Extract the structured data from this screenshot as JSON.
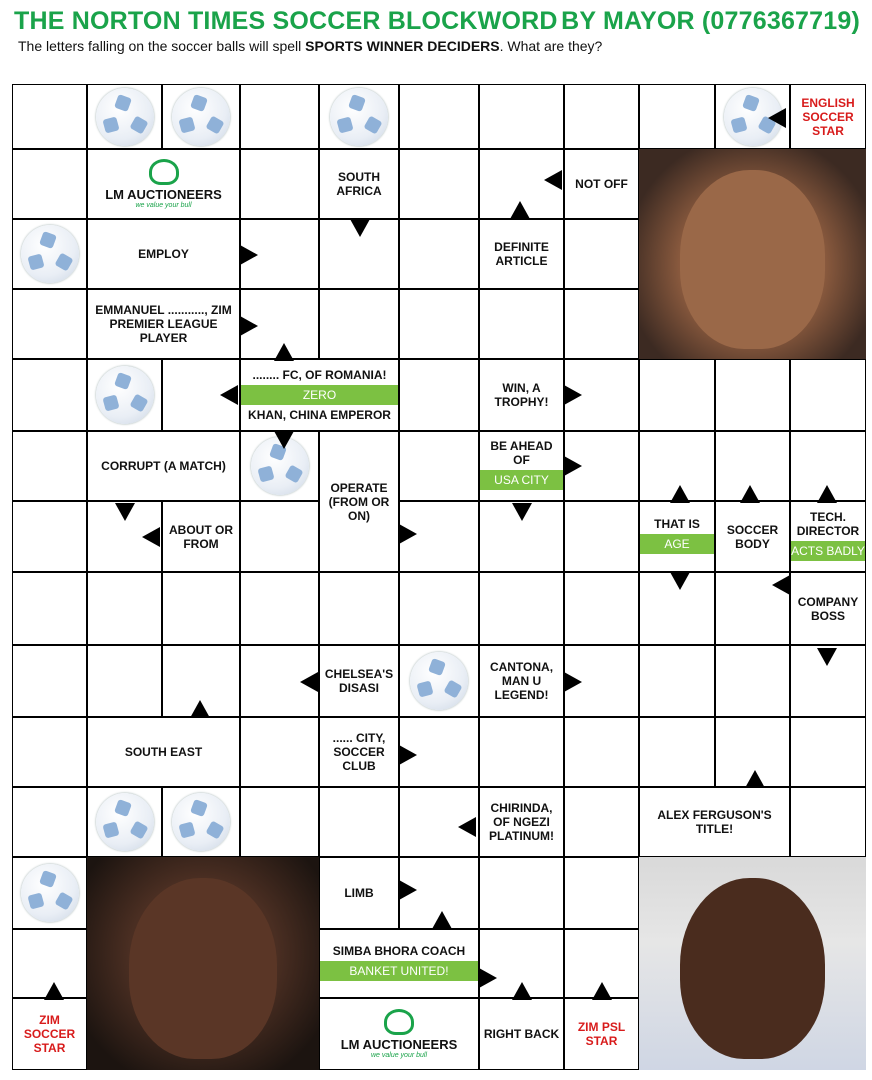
{
  "header": {
    "title": "THE NORTON TIMES SOCCER BLOCKWORD",
    "author": "BY MAYOR (0776367719)",
    "instructions_before": "The letters falling on the soccer balls will spell ",
    "instructions_bold": "SPORTS WINNER DECIDERS",
    "instructions_after": ". What are they?"
  },
  "logo": {
    "name": "LM AUCTIONEERS",
    "tagline": "we value your bull"
  },
  "clues": {
    "english_star": "ENGLISH SOCCER STAR",
    "south_africa": "SOUTH AFRICA",
    "not_off": "NOT OFF",
    "employ": "EMPLOY",
    "definite_article": "DEFINITE ARTICLE",
    "emmanuel": "EMMANUEL ..........., ZIM PREMIER LEAGUE PLAYER",
    "fc_romania": "........ FC, OF ROMANIA!",
    "zero": "ZERO",
    "khan": "KHAN, CHINA EMPEROR",
    "win_trophy": "WIN, A TROPHY!",
    "corrupt": "CORRUPT (A MATCH)",
    "be_ahead": "BE AHEAD OF",
    "usa_city": "USA CITY",
    "operate": "OPERATE (FROM OR ON)",
    "about_from": "ABOUT OR FROM",
    "that_is": "THAT IS",
    "age": "AGE",
    "soccer_body": "SOCCER BODY",
    "tech_director": "TECH. DIRECTOR",
    "acts_badly": "ACTS BADLY",
    "company_boss": "COMPANY BOSS",
    "chelsea": "CHELSEA'S DISASI",
    "cantona": "CANTONA, MAN U LEGEND!",
    "south_east": "SOUTH EAST",
    "city_club": "...... CITY, SOCCER CLUB",
    "chirinda": "CHIRINDA, OF NGEZI PLATINUM!",
    "ferguson": "ALEX FERGUSON'S TITLE!",
    "limb": "LIMB",
    "simba": "SIMBA BHORA COACH",
    "banket": "BANKET UNITED!",
    "zim_star": "ZIM SOCCER STAR",
    "right_back": "RIGHT BACK",
    "zim_psl": "ZIM PSL STAR"
  }
}
